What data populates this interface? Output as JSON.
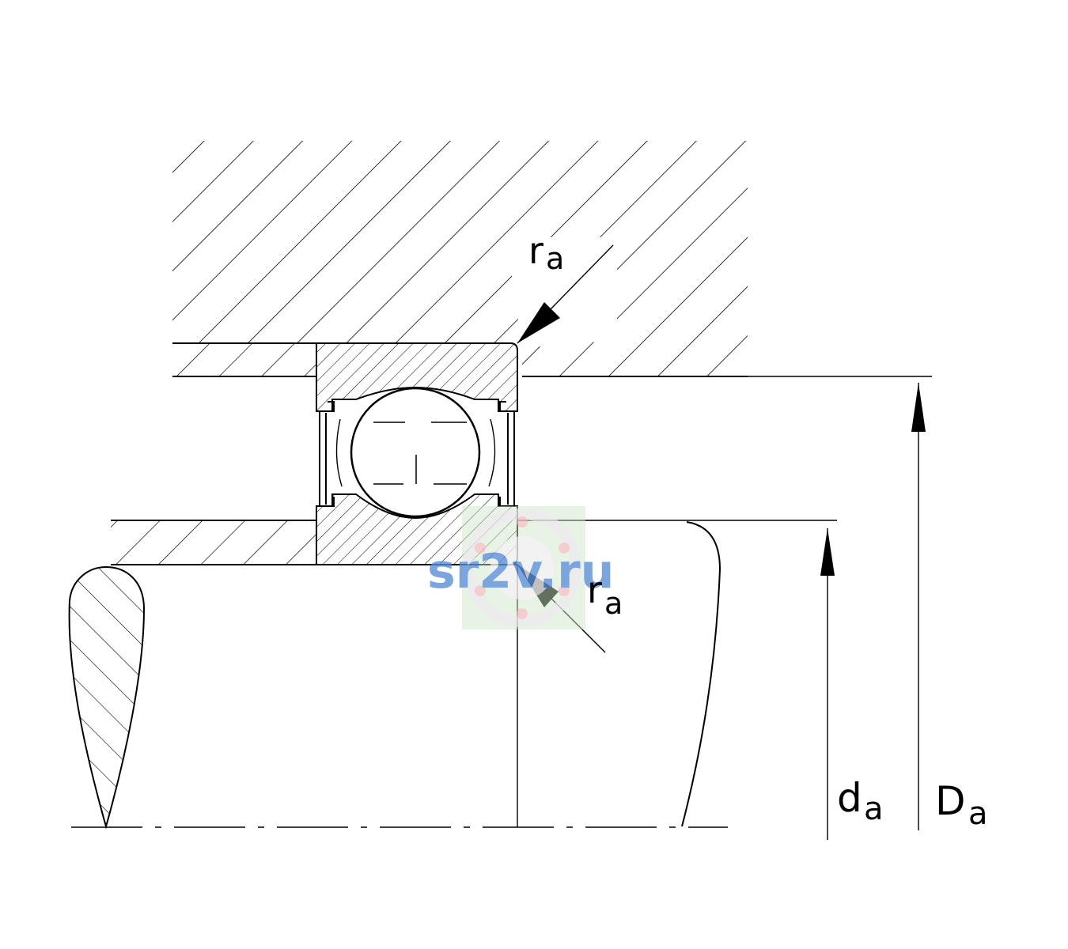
{
  "diagram": {
    "colors": {
      "line": "#000000",
      "background": "#ffffff",
      "watermark_text": "#5b8fd8",
      "watermark_box": "#cfe9c9"
    },
    "labels": {
      "ra_top": {
        "main": "r",
        "sub": "a"
      },
      "ra_bottom": {
        "main": "r",
        "sub": "a"
      },
      "da_small": {
        "main": "d",
        "sub": "a"
      },
      "da_large": {
        "main": "D",
        "sub": "a"
      }
    },
    "watermark": {
      "text": "sr2v.ru",
      "icon": "bearing-logo-icon"
    }
  }
}
